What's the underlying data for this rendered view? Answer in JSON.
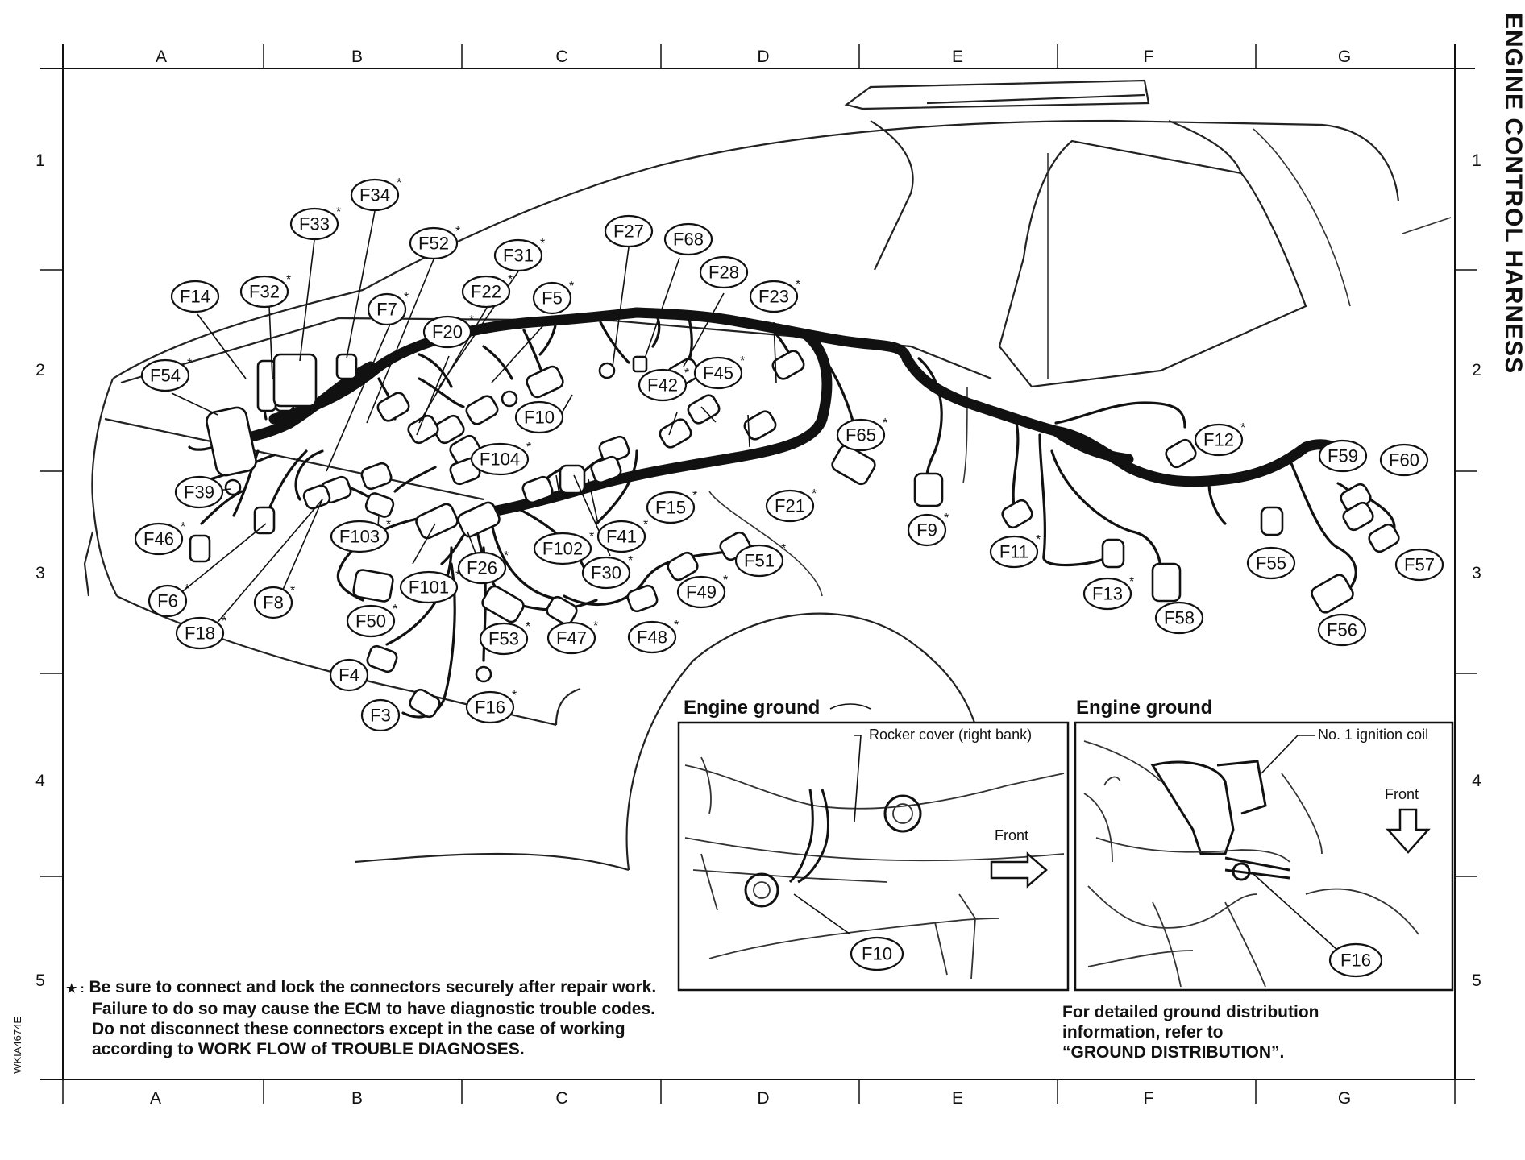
{
  "title": "ENGINE CONTROL HARNESS",
  "image_code": "WKIA4674E",
  "grid": {
    "columns": [
      "A",
      "B",
      "C",
      "D",
      "E",
      "F",
      "G"
    ],
    "rows": [
      "1",
      "2",
      "3",
      "4",
      "5"
    ]
  },
  "connectors": [
    {
      "id": "F34",
      "starred": true
    },
    {
      "id": "F33",
      "starred": true
    },
    {
      "id": "F52",
      "starred": true
    },
    {
      "id": "F31",
      "starred": true
    },
    {
      "id": "F27",
      "starred": false
    },
    {
      "id": "F68",
      "starred": false
    },
    {
      "id": "F28",
      "starred": false
    },
    {
      "id": "F14",
      "starred": false
    },
    {
      "id": "F32",
      "starred": true
    },
    {
      "id": "F22",
      "starred": true
    },
    {
      "id": "F5",
      "starred": true
    },
    {
      "id": "F7",
      "starred": true
    },
    {
      "id": "F23",
      "starred": true
    },
    {
      "id": "F20",
      "starred": true
    },
    {
      "id": "F54",
      "starred": true
    },
    {
      "id": "F10",
      "starred": false
    },
    {
      "id": "F42",
      "starred": true
    },
    {
      "id": "F45",
      "starred": true
    },
    {
      "id": "F65",
      "starred": true
    },
    {
      "id": "F12",
      "starred": true
    },
    {
      "id": "F104",
      "starred": true
    },
    {
      "id": "F39",
      "starred": false
    },
    {
      "id": "F15",
      "starred": true
    },
    {
      "id": "F21",
      "starred": true
    },
    {
      "id": "F59",
      "starred": false
    },
    {
      "id": "F60",
      "starred": false
    },
    {
      "id": "F46",
      "starred": true
    },
    {
      "id": "F103",
      "starred": true
    },
    {
      "id": "F102",
      "starred": true
    },
    {
      "id": "F41",
      "starred": true
    },
    {
      "id": "F9",
      "starred": true
    },
    {
      "id": "F11",
      "starred": true
    },
    {
      "id": "F51",
      "starred": true
    },
    {
      "id": "F30",
      "starred": true
    },
    {
      "id": "F6",
      "starred": true
    },
    {
      "id": "F8",
      "starred": true
    },
    {
      "id": "F101",
      "starred": true
    },
    {
      "id": "F26",
      "starred": true
    },
    {
      "id": "F49",
      "starred": true
    },
    {
      "id": "F55",
      "starred": false
    },
    {
      "id": "F57",
      "starred": false
    },
    {
      "id": "F13",
      "starred": true
    },
    {
      "id": "F18",
      "starred": true
    },
    {
      "id": "F50",
      "starred": true
    },
    {
      "id": "F53",
      "starred": true
    },
    {
      "id": "F47",
      "starred": true
    },
    {
      "id": "F48",
      "starred": true
    },
    {
      "id": "F58",
      "starred": false
    },
    {
      "id": "F56",
      "starred": false
    },
    {
      "id": "F4",
      "starred": false
    },
    {
      "id": "F3",
      "starred": false
    },
    {
      "id": "F16",
      "starred": true
    }
  ],
  "insets": [
    {
      "title": "Engine ground",
      "labels": {
        "top": "Rocker cover (right bank)",
        "front": "Front",
        "connector": "F10"
      }
    },
    {
      "title": "Engine ground",
      "labels": {
        "top": "No. 1 ignition coil",
        "front": "Front",
        "connector": "F16"
      }
    }
  ],
  "note": {
    "marker": "★ :",
    "lines": [
      "Be sure to connect and lock the connectors securely after repair work.",
      "Failure to do so may cause the ECM to have diagnostic trouble codes.",
      "Do not disconnect these connectors except in the case of working",
      "according to WORK FLOW of TROUBLE DIAGNOSES."
    ]
  },
  "ground_ref": {
    "lines": [
      "For detailed ground distribution",
      "information, refer to",
      "“GROUND DISTRIBUTION”."
    ]
  }
}
